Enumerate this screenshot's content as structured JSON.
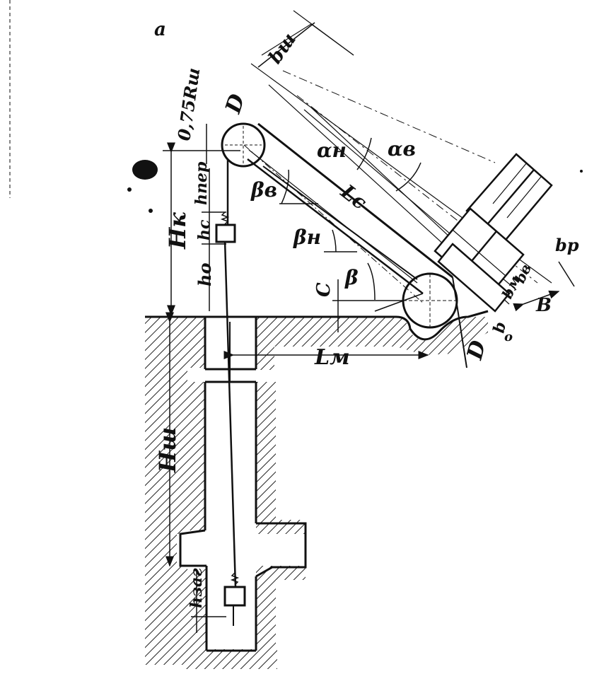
{
  "figure_letter": "а",
  "labels": {
    "b_sh": "bш",
    "D_top": "D",
    "r075": "0,75Rш",
    "alpha_n": "αн",
    "alpha_v": "αв",
    "beta_v": "βв",
    "L_c": "Lc",
    "beta_n": "βн",
    "beta": "β",
    "b_r": "bр",
    "b_v": "bв",
    "b_m": "bм",
    "B": "В",
    "b_prime": "b",
    "b_o": "o",
    "D_bottom": "D",
    "H_k": "Hк",
    "h_per": "hпер",
    "h_c": "hc",
    "h_o": "hо",
    "C": "C",
    "L_m": "Lм",
    "H_sh": "Hш",
    "h_zag": "hзаг"
  }
}
